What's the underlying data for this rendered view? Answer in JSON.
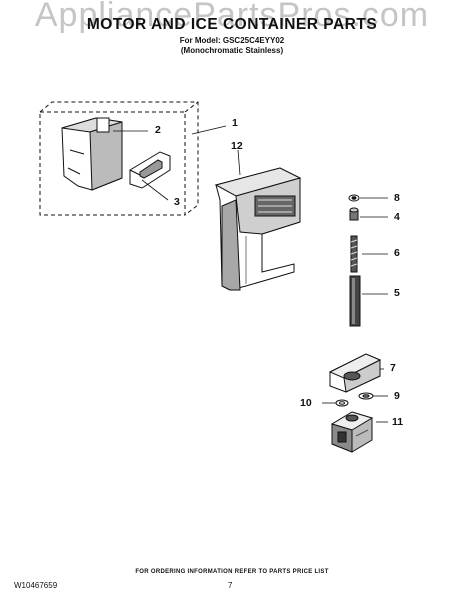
{
  "page": {
    "title": "MOTOR AND ICE CONTAINER PARTS",
    "model_line": "For Model: GSC25C4EYY02",
    "variant_line": "(Monochromatic Stainless)",
    "watermark": "AppliancePartsPros.com",
    "footer_note": "FOR ORDERING INFORMATION REFER TO PARTS PRICE LIST",
    "doc_number": "W10467659",
    "page_number": "7"
  },
  "callouts": [
    "1",
    "2",
    "3",
    "12",
    "8",
    "4",
    "6",
    "5",
    "7",
    "9",
    "10",
    "11"
  ],
  "colors": {
    "line": "#111111",
    "watermark": "#969696",
    "shade": "#8a8a8a"
  }
}
